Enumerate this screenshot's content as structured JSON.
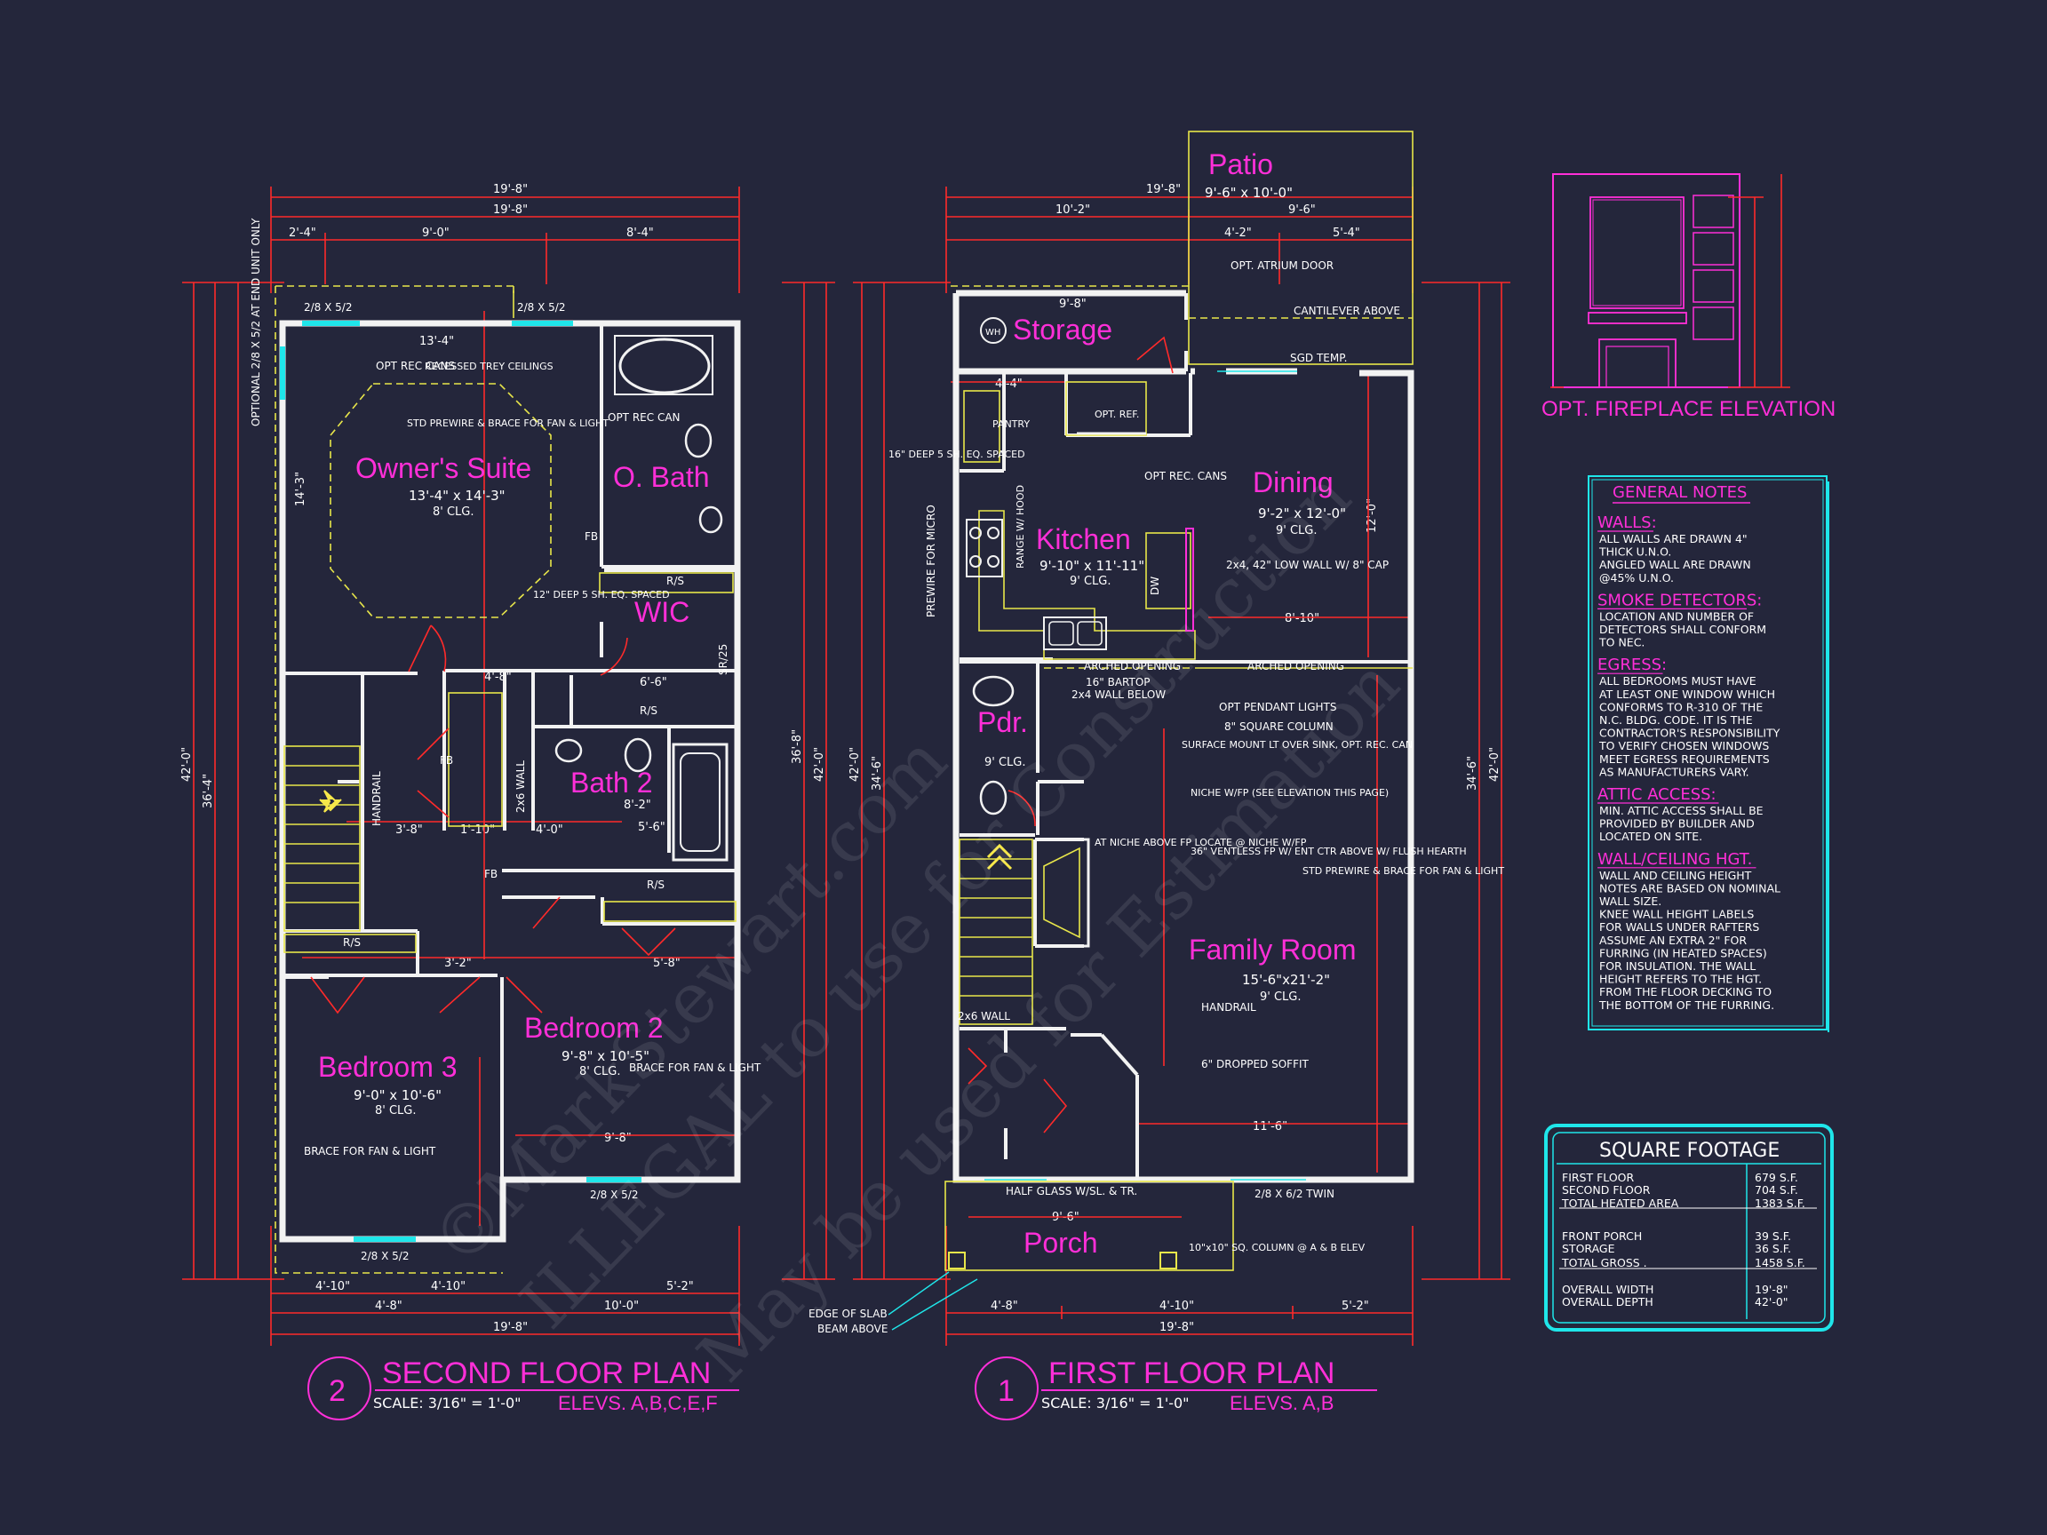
{
  "plans": {
    "second": {
      "number": "2",
      "title": "SECOND FLOOR PLAN",
      "scale": "SCALE: 3/16\" = 1'-0\"",
      "elevs": "ELEVS. A,B,C,E,F"
    },
    "first": {
      "number": "1",
      "title": "FIRST FLOOR PLAN",
      "scale": "SCALE: 3/16\" = 1'-0\"",
      "elevs": "ELEVS. A,B"
    }
  },
  "rooms": {
    "owners_suite": {
      "name": "Owner's Suite",
      "size": "13'-4\" x 14'-3\"",
      "clg": "8' CLG."
    },
    "o_bath": {
      "name": "O. Bath"
    },
    "wic": {
      "name": "WIC"
    },
    "bath2": {
      "name": "Bath 2"
    },
    "bedroom3": {
      "name": "Bedroom 3",
      "size": "9'-0\" x 10'-6\"",
      "clg": "8' CLG."
    },
    "bedroom2": {
      "name": "Bedroom 2",
      "size": "9'-8\" x 10'-5\"",
      "clg": "8' CLG."
    },
    "patio": {
      "name": "Patio",
      "size": "9'-6\" x 10'-0\""
    },
    "storage": {
      "name": "Storage"
    },
    "dining": {
      "name": "Dining",
      "size": "9'-2\" x 12'-0\"",
      "clg": "9' CLG."
    },
    "kitchen": {
      "name": "Kitchen",
      "size": "9'-10\" x 11'-11\"",
      "clg": "9' CLG."
    },
    "pdr": {
      "name": "Pdr.",
      "clg": "9' CLG."
    },
    "family": {
      "name": "Family Room",
      "size": "15'-6\"x21'-2\"",
      "clg": "9' CLG."
    },
    "porch": {
      "name": "Porch"
    }
  },
  "second_notes": {
    "opt_rec_cans": "OPT REC CANS",
    "recessed_trey": "RECESSED TREY CEILINGS",
    "std_prewire": "STD PREWIRE & BRACE FOR FAN & LIGHT",
    "opt_rec_can": "OPT REC CAN",
    "deep12": "12\" DEEP 5 SH. EQ. SPACED",
    "brace_b2": "BRACE FOR FAN & LIGHT",
    "brace_b3": "BRACE FOR FAN & LIGHT",
    "handrail": "HANDRAIL",
    "optional_window": "OPTIONAL 2/8 X 5/2 AT END UNIT ONLY",
    "wall2x6": "2x6 WALL",
    "rs": "R/S",
    "fb": "FB",
    "sr25": "SR/25",
    "win1": "2/8 X 5/2",
    "win2": "2/8 X 5/2",
    "win3": "2/8 X 5/2",
    "win4": "2/8 X 5/2"
  },
  "first_notes": {
    "opt_atrium": "OPT. ATRIUM DOOR",
    "cantilever": "CANTILEVER ABOVE",
    "sgd_temp": "SGD TEMP.",
    "pantry": "PANTRY",
    "opt_ref": "OPT. REF.",
    "opt_rec_cans": "OPT REC. CANS",
    "deep16": "16\" DEEP 5 SH. EQ. SPACED",
    "prewire_micro": "PREWIRE FOR MICRO",
    "range_hood": "RANGE W/ HOOD",
    "dw": "DW",
    "low_wall": "2x4, 42\" LOW WALL W/ 8\" CAP",
    "arched1": "ARCHED OPENING",
    "arched2": "ARCHED OPENING",
    "bartop": "16\" BARTOP",
    "wall_below": "2x4 WALL BELOW",
    "pendant": "OPT PENDANT LIGHTS",
    "column": "8\" SQUARE COLUMN",
    "surface_lt": "SURFACE MOUNT LT OVER SINK, OPT. REC. CAN",
    "niche": "NICHE W/FP (SEE ELEVATION THIS PAGE)",
    "at_niche": "AT NICHE ABOVE FP LOCATE @ NICHE W/FP",
    "ventless": "36\" VENTLESS FP W/ ENT CTR ABOVE W/ FLUSH HEARTH",
    "std_prewire": "STD PREWIRE & BRACE FOR FAN & LIGHT",
    "handrail": "HANDRAIL",
    "wall2x6": "2x6 WALL",
    "dropped": "6\" DROPPED SOFFIT",
    "half_glass": "HALF GLASS W/SL. & TR.",
    "twin": "2/8 X 6/2 TWIN",
    "column10": "10\"x10\" SQ. COLUMN @ A & B ELEV",
    "edge_slab": "EDGE OF SLAB",
    "beam_above": "BEAM ABOVE",
    "wh": "WH"
  },
  "fireplace": {
    "label": "OPT. FIREPLACE ELEVATION"
  },
  "general_notes": {
    "title": "GENERAL NOTES",
    "sections": [
      {
        "head": "WALLS:",
        "lines": [
          "ALL WALLS ARE DRAWN 4\"",
          "THICK U.N.O.",
          "ANGLED WALL ARE DRAWN",
          "@45% U.N.O."
        ]
      },
      {
        "head": "SMOKE DETECTORS:",
        "lines": [
          "LOCATION AND NUMBER OF",
          "DETECTORS SHALL CONFORM",
          "TO NEC."
        ]
      },
      {
        "head": "EGRESS:",
        "lines": [
          "ALL BEDROOMS MUST HAVE",
          "AT LEAST ONE WINDOW WHICH",
          "CONFORMS TO R-310 OF THE",
          "N.C. BLDG. CODE. IT IS THE",
          "CONTRACTOR'S RESPONSIBILITY",
          "TO VERIFY CHOSEN WINDOWS",
          "MEET EGRESS REQUIREMENTS",
          "AS MANUFACTURERS VARY."
        ]
      },
      {
        "head": "ATTIC ACCESS:",
        "lines": [
          "MIN. ATTIC ACCESS SHALL BE",
          "PROVIDED BY BUILDER AND",
          "LOCATED ON SITE."
        ]
      },
      {
        "head": "WALL/CEILING HGT.",
        "lines": [
          "WALL AND CEILING HEIGHT",
          "NOTES ARE BASED ON NOMINAL",
          "WALL SIZE.",
          "KNEE WALL HEIGHT LABELS",
          "FOR WALLS UNDER RAFTERS",
          "ASSUME AN EXTRA 2\" FOR",
          "FURRING (IN HEATED SPACES)",
          "FOR INSULATION. THE WALL",
          "HEIGHT REFERS TO THE HGT.",
          "FROM THE FLOOR DECKING TO",
          "THE BOTTOM OF THE FURRING."
        ]
      }
    ]
  },
  "square_footage": {
    "title": "SQUARE FOOTAGE",
    "rows": [
      {
        "label": "FIRST FLOOR",
        "value": "679 S.F."
      },
      {
        "label": "SECOND FLOOR",
        "value": "704 S.F."
      },
      {
        "label": "TOTAL HEATED AREA",
        "value": "1383 S.F."
      },
      {
        "label": "FRONT PORCH",
        "value": "39 S.F."
      },
      {
        "label": "STORAGE",
        "value": "36 S.F."
      },
      {
        "label": "TOTAL GROSS .",
        "value": "1458 S.F."
      },
      {
        "label": "OVERALL WIDTH",
        "value": "19'-8\""
      },
      {
        "label": "OVERALL DEPTH",
        "value": "42'-0\""
      }
    ]
  },
  "dims": {
    "s_top_overall": "19'-8\"",
    "s_top_overall2": "19'-8\"",
    "s_top_a": "2'-4\"",
    "s_top_b": "9'-0\"",
    "s_top_c": "8'-4\"",
    "s_bot_a": "4'-10\"",
    "s_bot_b": "4'-10\"",
    "s_bot_c": "5'-2\"",
    "s_bot_d": "4'-8\"",
    "s_bot_e": "10'-0\"",
    "s_bot_overall": "19'-8\"",
    "s_left_overall": "42'-0\"",
    "s_left_b": "36'-4\"",
    "s_left_a": "14'-3\"",
    "s_right_overall": "42'-0\"",
    "s_right_b": "36'-8\"",
    "s_13_4": "13'-4\"",
    "s_4_8": "4'-8\"",
    "s_8_2": "8'-2\"",
    "s_5_6": "5'-6\"",
    "s_6_6": "6'-6\"",
    "s_3_8": "3'-8\"",
    "s_1_10": "1'-10\"",
    "s_4_0": "4'-0\"",
    "s_3_2": "3'-2\"",
    "s_5_8": "5'-8\"",
    "s_9_8": "9'-8\"",
    "f_top_overall": "19'-8\"",
    "f_top_a": "10'-2\"",
    "f_top_b": "9'-6\"",
    "f_top_c": "4'-2\"",
    "f_top_d": "5'-4\"",
    "f_bot_a": "4'-8\"",
    "f_bot_b": "4'-10\"",
    "f_bot_c": "5'-2\"",
    "f_bot_overall": "19'-8\"",
    "f_left_overall": "42'-0\"",
    "f_left_b": "34'-6\"",
    "f_right_overall": "42'-0\"",
    "f_right_b": "34'-6\"",
    "f_4_4": "4'-4\"",
    "f_9_8": "9'-8\"",
    "f_8_10": "8'-10\"",
    "f_12_0": "12'-0\"",
    "f_11_6": "11'-6\"",
    "f_9_6": "9'-6\""
  },
  "watermarks": [
    "©MarkStewart.com",
    "ILLEGAL to use for Construction",
    "May be used for Estimation"
  ]
}
